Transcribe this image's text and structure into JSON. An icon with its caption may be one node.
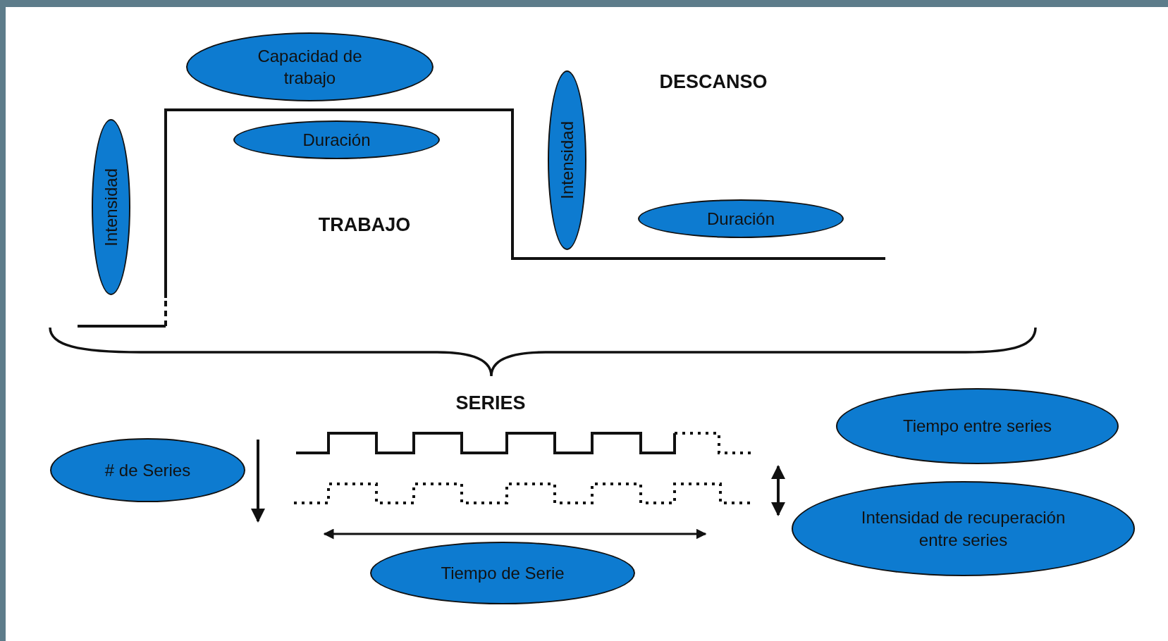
{
  "diagram": {
    "nodes": [
      {
        "text": [
          "Capacidad de trabajo"
        ]
      },
      {
        "text": [
          "Intensidad"
        ]
      },
      {
        "text": [
          "Duración"
        ]
      },
      {
        "text": [
          "Intensidad"
        ]
      },
      {
        "text": [
          "Duración"
        ]
      },
      {
        "text": [
          "Tiempo entre series"
        ]
      },
      {
        "text": [
          "# de Series"
        ]
      },
      {
        "text": [
          "Intensidad de recuperación entre series"
        ]
      },
      {
        "text": [
          "Tiempo de Serie"
        ]
      }
    ],
    "labels": [
      "DESCANSO",
      "TRABAJO",
      "SERIES"
    ]
  }
}
